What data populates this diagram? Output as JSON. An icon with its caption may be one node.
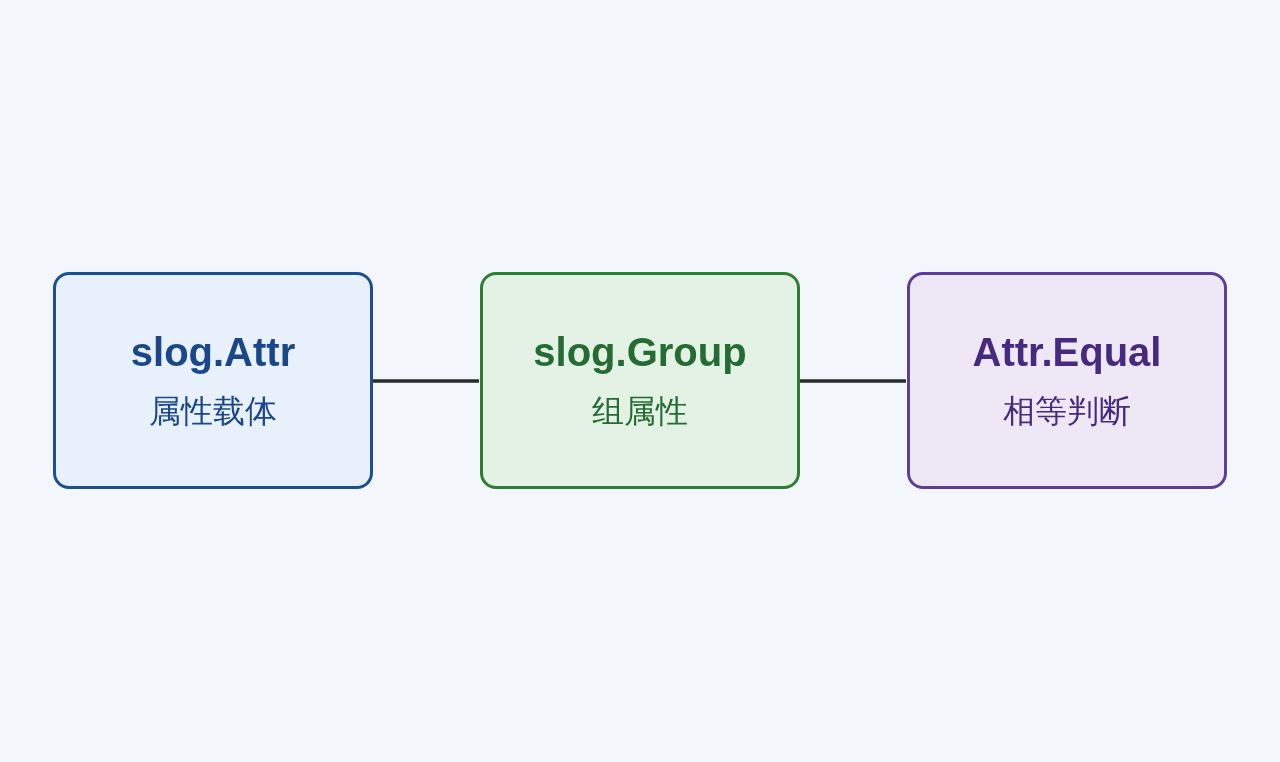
{
  "diagram": {
    "nodes": [
      {
        "text": [
          "slog.Attr",
          "属性载体"
        ]
      },
      {
        "text": [
          "slog.Group",
          "组属性"
        ]
      },
      {
        "text": [
          "Attr.Equal",
          "相等判断"
        ]
      }
    ],
    "edges": [
      {
        "from": 0,
        "to": 1,
        "arrow": "none"
      },
      {
        "from": 1,
        "to": 2,
        "arrow": "none"
      }
    ]
  }
}
